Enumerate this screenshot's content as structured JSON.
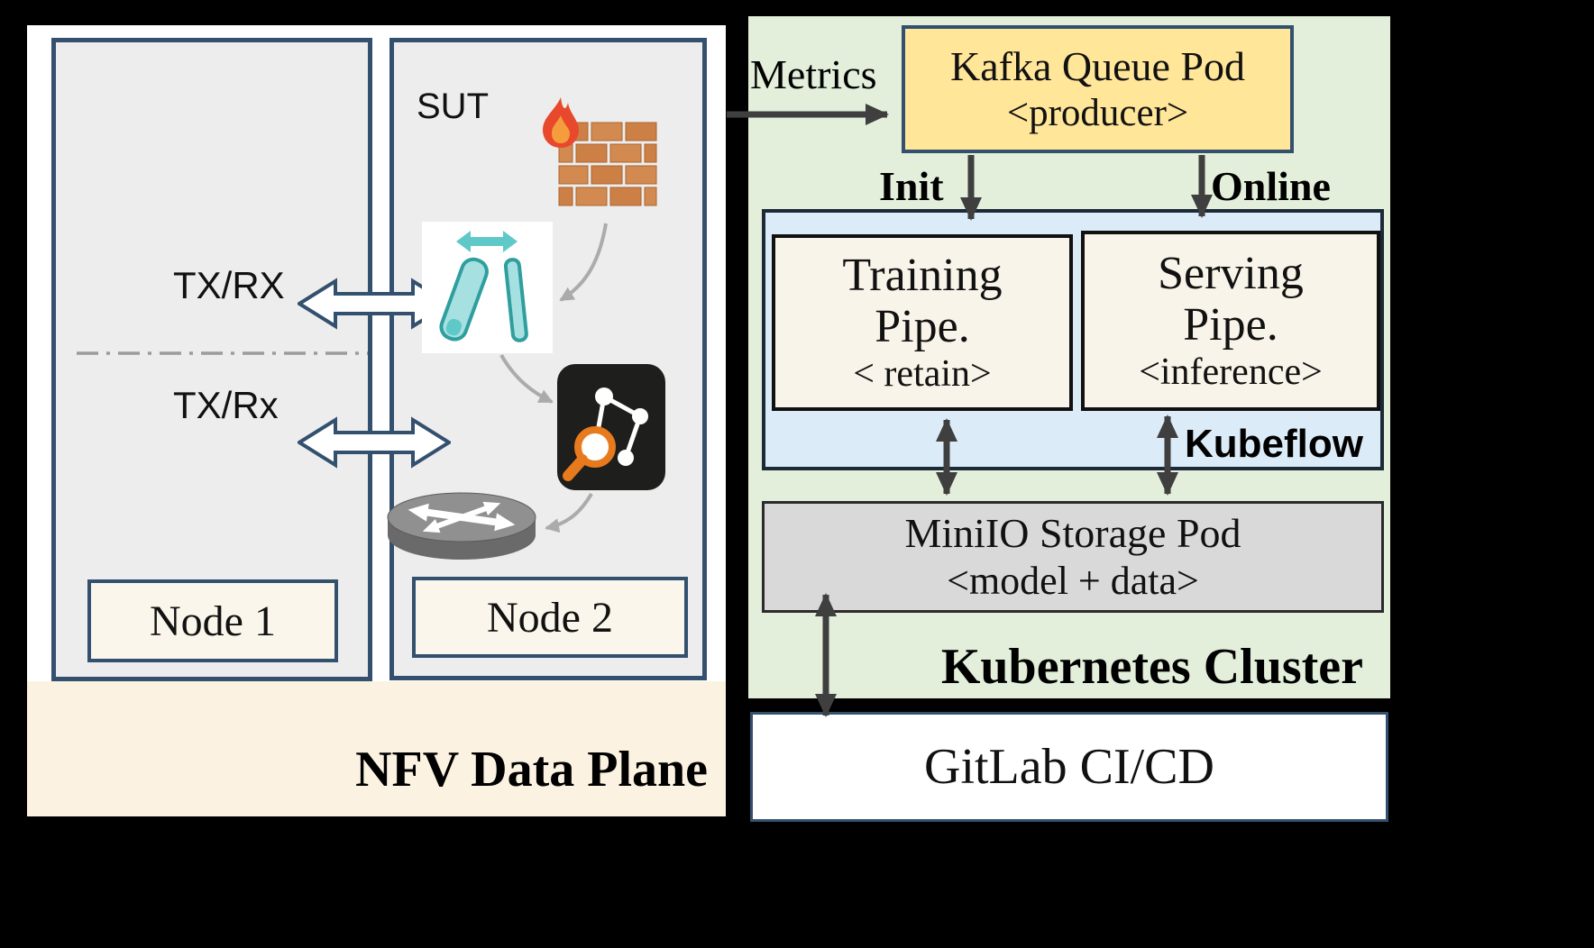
{
  "nfv": {
    "title": "NFV Data Plane",
    "sut_label": "SUT",
    "tx_rx_top": "TX/RX",
    "tx_rx_bottom": "TX/Rx",
    "node1_label": "Node 1",
    "node2_label": "Node 2",
    "icons": {
      "firewall": "firewall-icon",
      "probe": "traffic-probe-icon",
      "analytics": "network-analytics-icon",
      "router": "router-icon"
    }
  },
  "k8s": {
    "title": "Kubernetes Cluster",
    "metrics_label": "Metrics",
    "kafka_line1": "Kafka Queue Pod",
    "kafka_line2": "<producer>",
    "init_label": "Init",
    "online_label": "Online",
    "kubeflow_label": "Kubeflow",
    "training_line1": "Training",
    "training_line2": "Pipe.",
    "training_line3": "< retain>",
    "serving_line1": "Serving",
    "serving_line2": "Pipe.",
    "serving_line3": "<inference>",
    "minio_line1": "MiniIO Storage Pod",
    "minio_line2": "<model + data>"
  },
  "gitlab": {
    "label": "GitLab CI/CD"
  },
  "colors": {
    "background": "#000000",
    "nfv_panel": "#ffffff",
    "nfv_footer": "#fcf2e2",
    "node_fill": "#ededed",
    "navy_border": "#33506e",
    "label_fill": "#fbf6eb",
    "k8s_panel": "#e3efda",
    "kafka_fill": "#ffe699",
    "kubeflow_fill": "#dcebf8",
    "pipe_fill": "#f9f4e9",
    "minio_fill": "#d9d9d9",
    "gitlab_fill": "#ffffff",
    "arrow_dark": "#3f3f3f",
    "arrow_gray": "#ababab",
    "probe_cyan": "#5fc8c8",
    "magnifier_orange": "#e87a1e",
    "brick_orange": "#cd8046",
    "flame_red": "#e8482b"
  }
}
